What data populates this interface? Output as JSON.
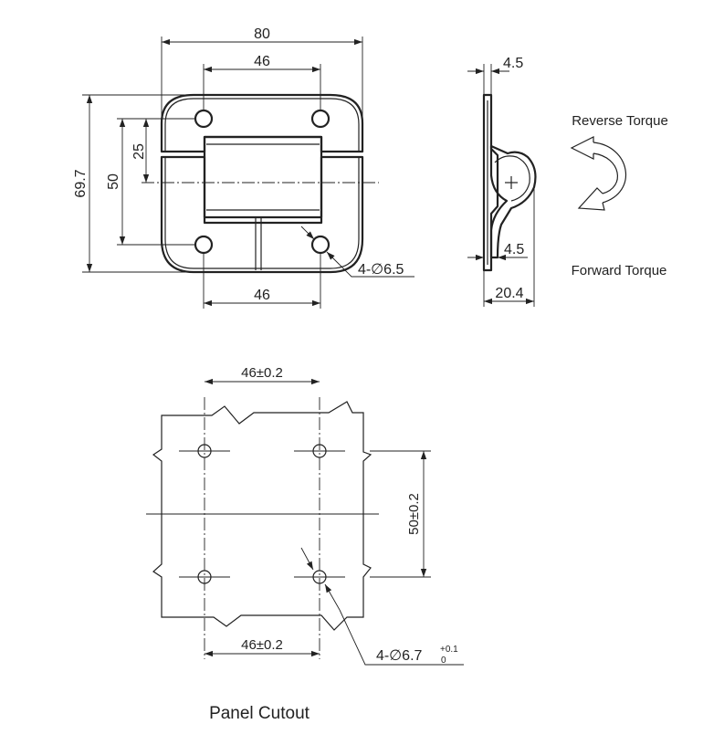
{
  "front_view": {
    "width_label": "80",
    "hole_span_top_label": "46",
    "hole_span_bottom_label": "46",
    "height_label": "69.7",
    "hole_pitch_label": "50",
    "center_label": "25",
    "hole_callout_label": "4-∅6.5"
  },
  "side_view": {
    "thickness_top_label": "4.5",
    "thickness_bottom_label": "4.5",
    "depth_label": "20.4",
    "reverse_torque_label": "Reverse Torque",
    "forward_torque_label": "Forward Torque"
  },
  "panel_cutout": {
    "span_top_label": "46±0.2",
    "span_bottom_label": "46±0.2",
    "pitch_label": "50±0.2",
    "hole_callout_prefix": "4-∅6.7",
    "tolerance_upper": "+0.1",
    "tolerance_lower": "0",
    "title": "Panel Cutout"
  }
}
